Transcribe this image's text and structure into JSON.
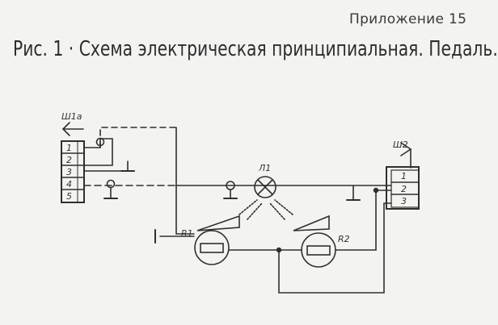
{
  "header": {
    "appendix": "Приложение 15",
    "title": "Рис. 1 · Схема электрическая принципиальная. Педаль."
  },
  "diagram": {
    "connector_left": {
      "label": "Ш1а",
      "pins": [
        "1",
        "2",
        "3",
        "4",
        "5"
      ]
    },
    "connector_right": {
      "label": "Ш2",
      "pins": [
        "1",
        "2",
        "3"
      ]
    },
    "lamp": {
      "label": "Л1"
    },
    "resistors": [
      {
        "label": "R1"
      },
      {
        "label": "R2"
      }
    ],
    "line_color": "#2f2f2f",
    "paper_color": "#f3f3f1"
  }
}
